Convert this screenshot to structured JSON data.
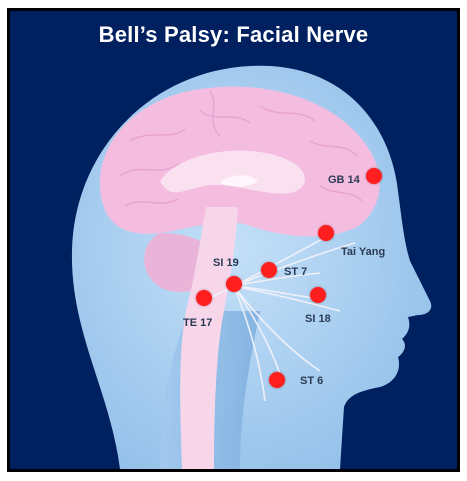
{
  "title": "Bell’s Palsy: Facial Nerve",
  "colors": {
    "background": "#012060",
    "head": "#a8cdf0",
    "brain": "#f4bde0",
    "nerve": "#f2f2fa",
    "point": "#ff1f1f"
  },
  "points": [
    {
      "id": "gb14",
      "label": "GB 14"
    },
    {
      "id": "taiyang",
      "label": "Tai Yang"
    },
    {
      "id": "si19",
      "label": "SI 19"
    },
    {
      "id": "st7",
      "label": "ST 7"
    },
    {
      "id": "te17",
      "label": "TE 17"
    },
    {
      "id": "si18",
      "label": "SI 18"
    },
    {
      "id": "st6",
      "label": "ST 6"
    }
  ]
}
